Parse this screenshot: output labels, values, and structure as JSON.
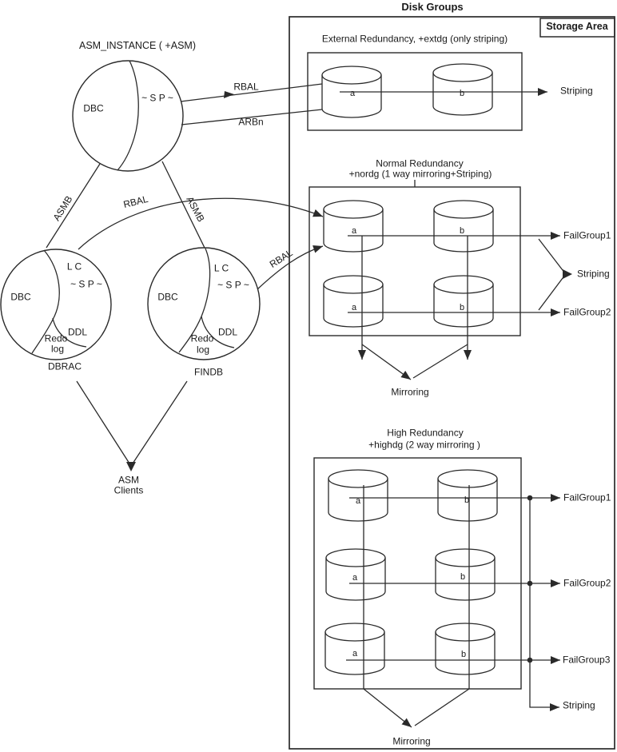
{
  "colors": {
    "line": "#2a2a2a",
    "text": "#1a1a1a",
    "background": "#ffffff"
  },
  "header": {
    "title": "Disk Groups",
    "storage_area": "Storage Area"
  },
  "asm": {
    "title": "ASM_INSTANCE ( +ASM)",
    "dbc": "DBC",
    "sp": "~ S P ~",
    "rbal": "RBAL",
    "arbn": "ARBn",
    "asmb_left": "ASMB",
    "asmb_right": "ASMB",
    "rbal_dbrac": "RBAL",
    "rbal_findb": "RBAL",
    "clients_line1": "ASM",
    "clients_line2": "Clients"
  },
  "databases": [
    {
      "name": "DBRAC",
      "dbc": "DBC",
      "lc": "L C",
      "sp": "~ S P ~",
      "ddl": "DDL",
      "redo": "Redo",
      "log": "log"
    },
    {
      "name": "FINDB",
      "dbc": "DBC",
      "lc": "L C",
      "sp": "~ S P ~",
      "ddl": "DDL",
      "redo": "Redo",
      "log": "log"
    }
  ],
  "external": {
    "title": "External Redundancy,  +extdg (only striping)",
    "disk_a": "a",
    "disk_b": "b",
    "striping": "Striping"
  },
  "normal": {
    "title_line1": "Normal Redundancy",
    "title_line2": "+nordg (1 way mirroring+Striping)",
    "disk_a1": "a",
    "disk_b1": "b",
    "disk_a2": "a",
    "disk_b2": "b",
    "failgroup1": "FailGroup1",
    "failgroup2": "FailGroup2",
    "striping": "Striping",
    "mirroring": "Mirroring"
  },
  "high": {
    "title_line1": "High Redundancy",
    "title_line2": "+highdg (2 way mirroring )",
    "disk_a1": "a",
    "disk_b1": "b",
    "disk_a2": "a",
    "disk_b2": "b",
    "disk_a3": "a",
    "disk_b3": "b",
    "failgroup1": "FailGroup1",
    "failgroup2": "FailGroup2",
    "failgroup3": "FailGroup3",
    "striping": "Striping",
    "mirroring": "Mirroring"
  }
}
